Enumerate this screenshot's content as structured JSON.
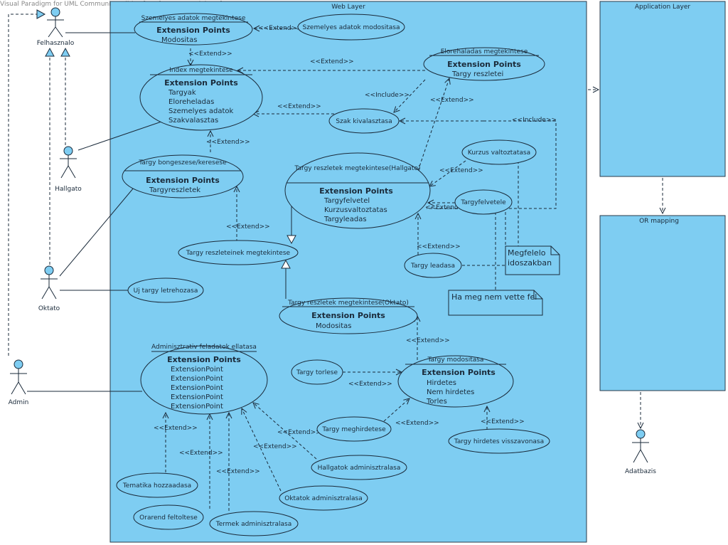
{
  "watermark": "Visual Paradigm for UML Community Edition [not for commercial use]",
  "layers": {
    "web": "Web Layer",
    "application": "Application Layer",
    "or_mapping": "OR mapping"
  },
  "actors": {
    "felhasznalo": "Felhasznalo",
    "hallgato": "Hallgato",
    "oktato": "Oktato",
    "admin": "Admin",
    "adatbazis": "Adatbazis"
  },
  "ext_points_header": "Extension Points",
  "use_cases": {
    "szemelyes": {
      "name": "Szemelyes adatok megtekintese",
      "points": [
        "Modositas"
      ]
    },
    "szemelyes_mod": {
      "name": "Szemelyes adatok modositasa"
    },
    "index": {
      "name": "Index megtekintese",
      "points": [
        "Targyak",
        "Eloreheladas",
        "Szemelyes adatok",
        "Szakvalasztas"
      ]
    },
    "eloreh": {
      "name": "Elorehaladas megtekintese",
      "points": [
        "Targy reszletei"
      ]
    },
    "szak": {
      "name": "Szak kivalasztasa"
    },
    "bongeszes": {
      "name": "Targy bongeszese/keresese",
      "points": [
        "Targyreszletek"
      ]
    },
    "reszletek_h": {
      "name": "Targy reszletek megtekintese(Hallgato)",
      "points": [
        "Targyfelvetel",
        "Kurzusvaltoztatas",
        "Targyleadas"
      ]
    },
    "kurzus": {
      "name": "Kurzus valtoztatasa"
    },
    "targyfelvetele": {
      "name": "Targyfelvetele"
    },
    "reszleteinek": {
      "name": "Targy reszleteinek megtekintese"
    },
    "leadasa": {
      "name": "Targy leadasa"
    },
    "uj_targy": {
      "name": "Uj targy letrehozasa"
    },
    "reszletek_o": {
      "name": "Targy reszletek megtekintese(Oktato)",
      "points": [
        "Modositas"
      ]
    },
    "admin_feladatok": {
      "name": "Adminisztrativ feladatok ellatasa",
      "points": [
        "ExtensionPoint",
        "ExtensionPoint",
        "ExtensionPoint",
        "ExtensionPoint",
        "ExtensionPoint"
      ]
    },
    "torlese": {
      "name": "Targy torlese"
    },
    "modositasa": {
      "name": "Targy modositasa",
      "points": [
        "Hirdetes",
        "Nem hirdetes",
        "Torles"
      ]
    },
    "meghirdetese": {
      "name": "Targy meghirdetese"
    },
    "visszavonasa": {
      "name": "Targy hirdetes visszavonasa"
    },
    "hallgatok_adm": {
      "name": "Hallgatok adminisztralasa"
    },
    "tematika": {
      "name": "Tematika hozzaadasa"
    },
    "oktatok_adm": {
      "name": "Oktatok adminisztralasa"
    },
    "orarend": {
      "name": "Orarend feltoltese"
    },
    "termek": {
      "name": "Termek adminisztralasa"
    }
  },
  "notes": {
    "megfelelo": [
      "Megfelelo",
      "idoszakban"
    ],
    "hameg": "Ha meg nem vette fel"
  },
  "stereotypes": {
    "extend": "<<Extend>>",
    "include": "<<Include>>"
  }
}
